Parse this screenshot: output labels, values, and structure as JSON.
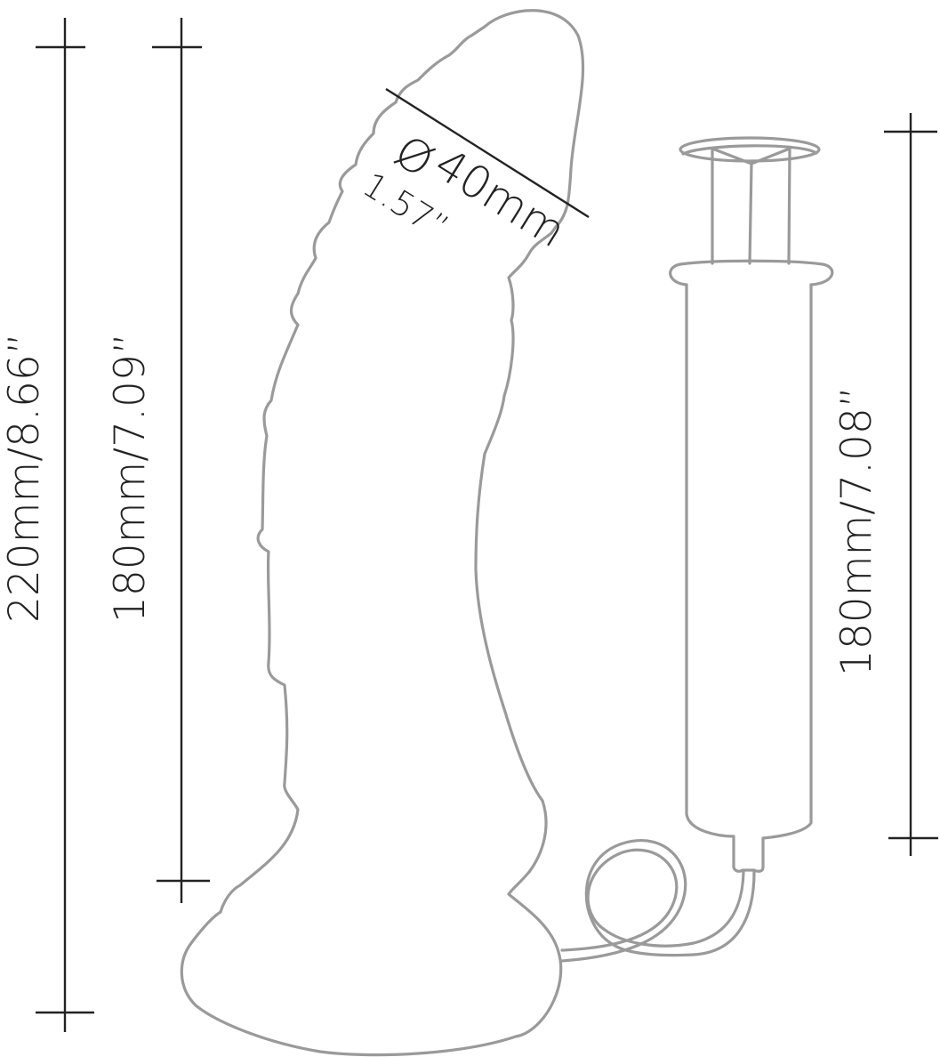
{
  "diagram": {
    "type": "product-dimension-drawing",
    "colors": {
      "outline": "#9a9a9a",
      "dimension_line": "#222222",
      "background": "#ffffff"
    },
    "dimensions": {
      "total_length": {
        "label": "220mm/8.66”",
        "mm": 220,
        "in": 8.66
      },
      "insertable_length": {
        "label": "180mm/7.09”",
        "mm": 180,
        "in": 7.09
      },
      "diameter": {
        "symbol": "Ø",
        "mm_label": "40mm",
        "in_label": "1.57”",
        "mm": 40,
        "in": 1.57
      },
      "syringe_length": {
        "label": "180mm/7.08”",
        "mm": 180,
        "in": 7.08
      }
    },
    "parts": [
      "main-body-outline",
      "suction-base",
      "syringe-pump",
      "coiled-tube"
    ]
  }
}
